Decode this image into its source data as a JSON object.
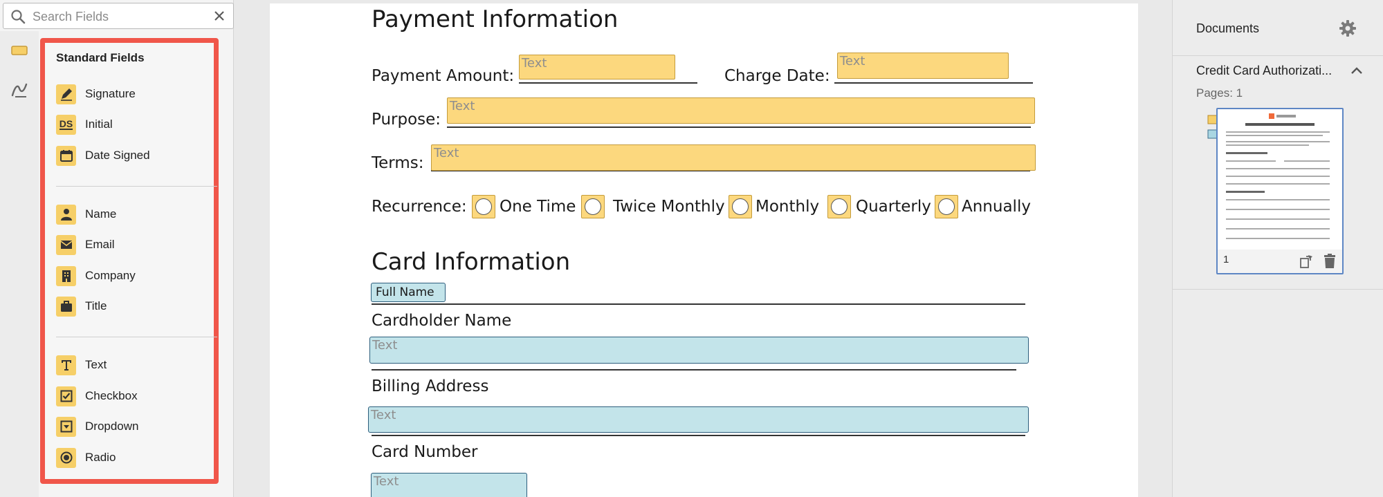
{
  "search": {
    "placeholder": "Search Fields"
  },
  "fields_panel": {
    "heading": "Standard Fields",
    "groups": [
      [
        {
          "label": "Signature",
          "icon": "pen-icon"
        },
        {
          "label": "Initial",
          "icon": "initials-icon"
        },
        {
          "label": "Date Signed",
          "icon": "calendar-icon"
        }
      ],
      [
        {
          "label": "Name",
          "icon": "person-icon"
        },
        {
          "label": "Email",
          "icon": "envelope-icon"
        },
        {
          "label": "Company",
          "icon": "building-icon"
        },
        {
          "label": "Title",
          "icon": "briefcase-icon"
        }
      ],
      [
        {
          "label": "Text",
          "icon": "text-icon"
        },
        {
          "label": "Checkbox",
          "icon": "checkbox-icon"
        },
        {
          "label": "Dropdown",
          "icon": "dropdown-icon"
        },
        {
          "label": "Radio",
          "icon": "radio-icon"
        }
      ]
    ],
    "initial_icon_text": "DS",
    "accent_color": "#f6cf68",
    "highlight_color": "#f0564a"
  },
  "document": {
    "payment_heading": "Payment Information",
    "payment_amount_label": "Payment Amount:",
    "charge_date_label": "Charge Date:",
    "purpose_label": "Purpose:",
    "terms_label": "Terms:",
    "recurrence_label": "Recurrence:",
    "recurrence_options": [
      "One Time",
      "Twice Monthly",
      "Monthly",
      "Quarterly",
      "Annually"
    ],
    "field_placeholder": "Text",
    "card_heading": "Card Information",
    "full_name_tag": "Full Name",
    "cardholder_label": "Cardholder Name",
    "billing_label": "Billing Address",
    "card_number_label": "Card Number",
    "sender_field_color": "#fcd87e",
    "signer_field_color": "#c3e4ea"
  },
  "documents_panel": {
    "title": "Documents",
    "doc_name": "Credit Card Authorizati...",
    "pages_label": "Pages: 1",
    "thumb_page_number": "1"
  }
}
